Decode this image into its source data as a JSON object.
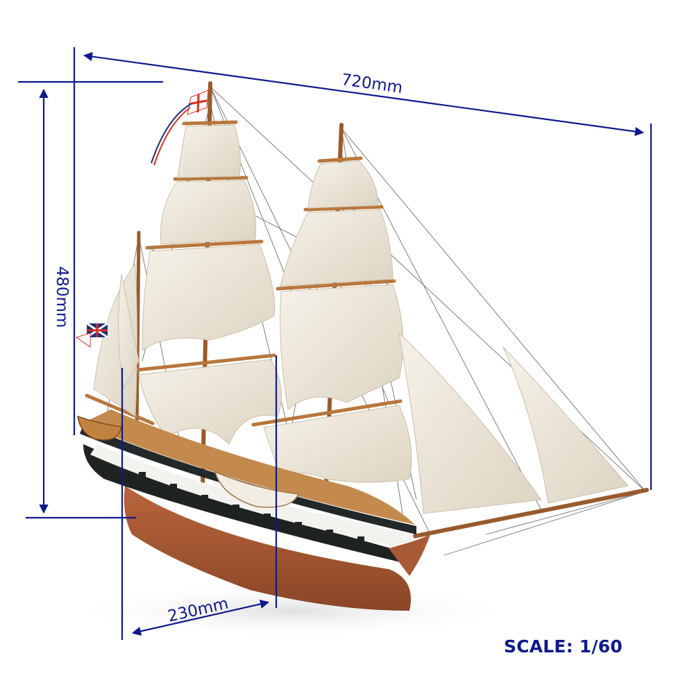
{
  "image": {
    "subject": "Model sailing ship (brig) with dimension annotations",
    "background": "#ffffff"
  },
  "dimensions": {
    "length": {
      "label": "720mm",
      "value": 720,
      "unit": "mm"
    },
    "height": {
      "label": "480mm",
      "value": 480,
      "unit": "mm"
    },
    "beam": {
      "label": "230mm",
      "value": 230,
      "unit": "mm"
    }
  },
  "scale": {
    "label": "SCALE: 1/60",
    "ratio": "1/60"
  },
  "colors": {
    "annotation": "#0d1a8c",
    "sail": "#efe9dc",
    "sail_shadow": "#d8cfbd",
    "hull_lower": "#a85a35",
    "hull_band_dark": "#1e2320",
    "hull_band_white": "#f2f2ee",
    "wood": "#b87a3e",
    "rigging": "#3a3a3a",
    "flag_red": "#d9301f",
    "flag_blue": "#1f2f7a"
  }
}
